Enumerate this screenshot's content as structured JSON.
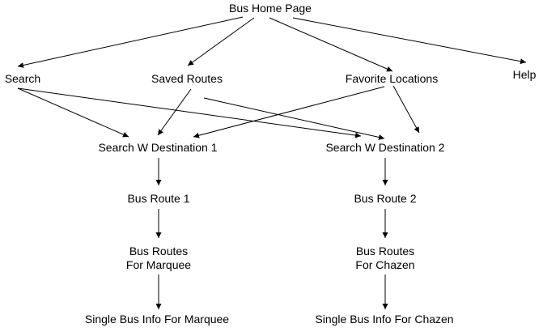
{
  "diagram": {
    "colors": {
      "line": "#000000",
      "text": "#000000",
      "background": "#ffffff"
    },
    "nodes": [
      {
        "id": "home",
        "label": "Bus Home Page"
      },
      {
        "id": "search",
        "label": "Search"
      },
      {
        "id": "saved",
        "label": "Saved Routes"
      },
      {
        "id": "favorite",
        "label": "Favorite Locations"
      },
      {
        "id": "help",
        "label": "Help"
      },
      {
        "id": "dest1",
        "label": "Search W Destination 1"
      },
      {
        "id": "dest2",
        "label": "Search W Destination 2"
      },
      {
        "id": "route1",
        "label": "Bus Route 1"
      },
      {
        "id": "route2",
        "label": "Bus Route 2"
      },
      {
        "id": "marquee_routes",
        "label": [
          "Bus Routes",
          "For Marquee"
        ]
      },
      {
        "id": "chazen_routes",
        "label": [
          "Bus Routes",
          "For Chazen"
        ]
      },
      {
        "id": "marquee_info",
        "label": "Single Bus Info For Marquee"
      },
      {
        "id": "chazen_info",
        "label": "Single Bus Info For Chazen"
      }
    ],
    "edges": [
      {
        "from": "home",
        "to": "search"
      },
      {
        "from": "home",
        "to": "saved"
      },
      {
        "from": "home",
        "to": "favorite"
      },
      {
        "from": "home",
        "to": "help"
      },
      {
        "from": "search",
        "to": "dest1"
      },
      {
        "from": "search",
        "to": "dest2"
      },
      {
        "from": "saved",
        "to": "dest1"
      },
      {
        "from": "saved",
        "to": "dest2"
      },
      {
        "from": "favorite",
        "to": "dest1"
      },
      {
        "from": "favorite",
        "to": "dest2"
      },
      {
        "from": "dest1",
        "to": "route1"
      },
      {
        "from": "dest2",
        "to": "route2"
      },
      {
        "from": "route1",
        "to": "marquee_routes"
      },
      {
        "from": "route2",
        "to": "chazen_routes"
      },
      {
        "from": "marquee_routes",
        "to": "marquee_info"
      },
      {
        "from": "chazen_routes",
        "to": "chazen_info"
      }
    ]
  }
}
